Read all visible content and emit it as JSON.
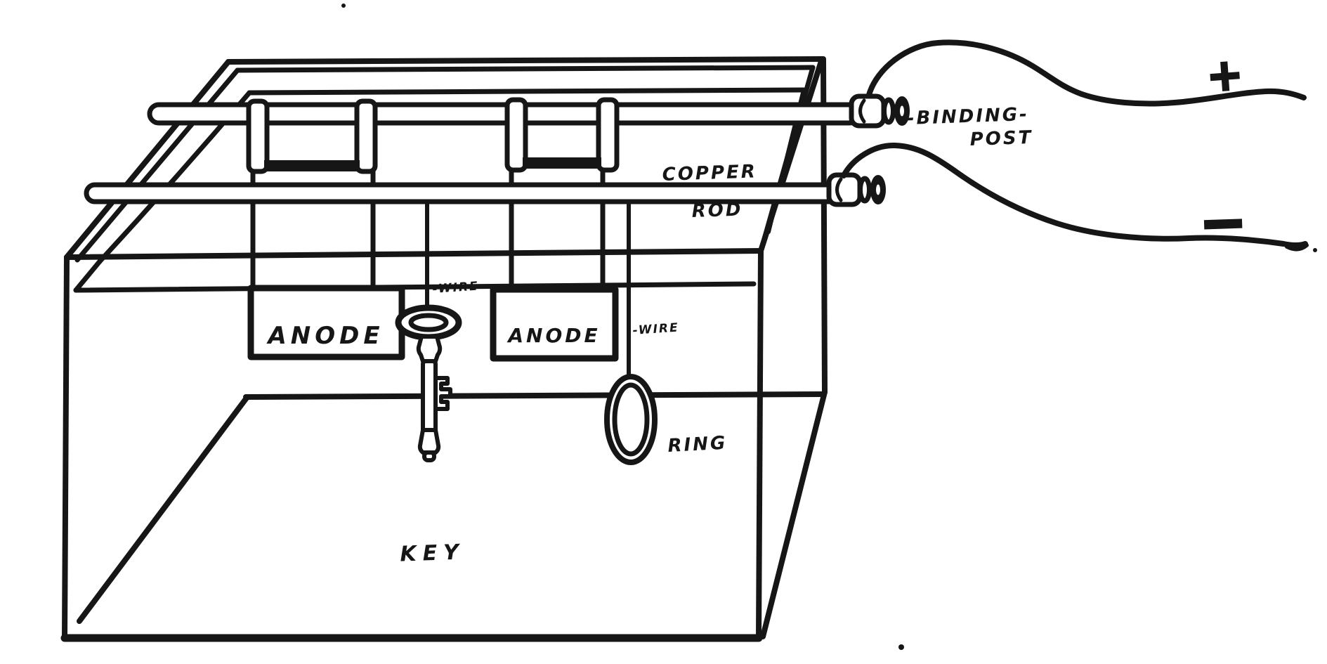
{
  "diagram": {
    "labels": {
      "anode_left": "ANODE",
      "anode_right": "ANODE",
      "copper_rod_line1": "COPPER",
      "copper_rod_line2": "ROD",
      "binding_post_line1": "-BINDING-",
      "binding_post_line2": "POST",
      "wire_key": "-WIRE",
      "wire_ring": "-WIRE",
      "key": "KEY",
      "ring": "RING",
      "positive_terminal": "+",
      "negative_terminal": "−"
    },
    "colors": {
      "ink": "#161616",
      "paper": "#ffffff"
    }
  }
}
